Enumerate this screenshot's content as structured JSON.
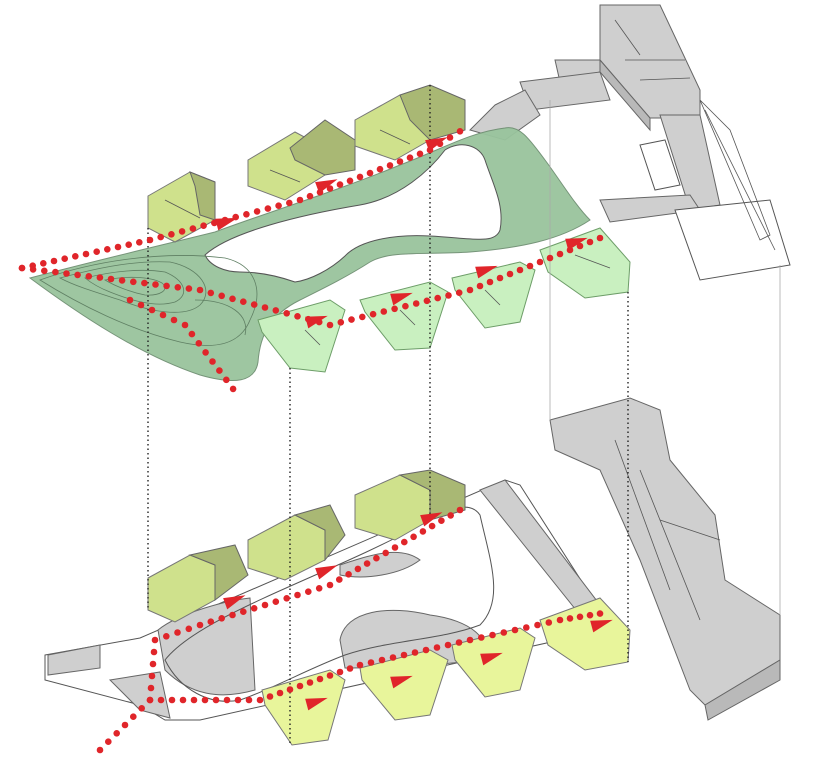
{
  "diagram": {
    "kind": "exploded axonometric",
    "levels": [
      "upper-landscape-level",
      "ground-level-plan"
    ],
    "colors": {
      "landscape": "#99c49d",
      "pavilion_light": "#c9f0c0",
      "block_upper": "#cfe18c",
      "block_upper_dark": "#a9b874",
      "pavilion_yellow": "#e8f59b",
      "existing_building": "#cfcfcf",
      "route": "#e0252a",
      "projection_line": "#222222"
    },
    "icons": [
      "route-dot",
      "route-arrow"
    ]
  }
}
